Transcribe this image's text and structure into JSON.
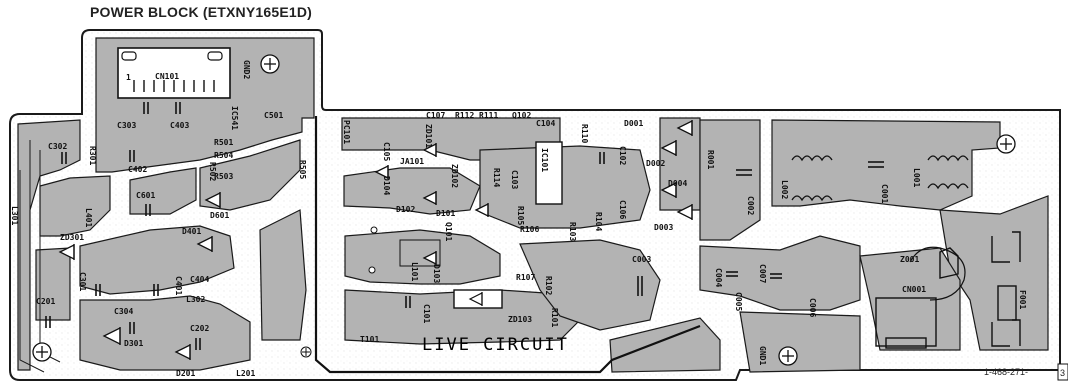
{
  "title": "POWER BLOCK (ETXNY165E1D)",
  "live_circuit": "LIVE CIRCUIT",
  "part_number": "1-468-271-",
  "edge_number": "3",
  "pin_one": "1",
  "labels": {
    "CN101": "CN101",
    "GND2": "GND2",
    "IC541": "IC541",
    "C303": "C303",
    "C403": "C403",
    "C501": "C501",
    "R501": "R501",
    "R502": "R502",
    "R504": "R504",
    "R503": "R503",
    "R505": "R505",
    "PC101": "PC101",
    "C302": "C302",
    "R301": "R301",
    "C402": "C402",
    "C601": "C601",
    "D601": "D601",
    "L301": "L301",
    "L401": "L401",
    "ZD301": "ZD301",
    "D401": "D401",
    "C404": "C404",
    "C301": "C301",
    "C401": "C401",
    "C201": "C201",
    "C304": "C304",
    "L302": "L302",
    "C202": "C202",
    "D301": "D301",
    "D201": "D201",
    "L201": "L201",
    "T101": "T101",
    "C107": "C107",
    "R112": "R112",
    "R111": "R111",
    "Q102": "Q102",
    "C104": "C104",
    "R110": "R110",
    "ZD101": "ZD101",
    "C105": "C105",
    "JA101": "JA101",
    "ZD102": "ZD102",
    "D104": "D104",
    "D102": "D102",
    "D101": "D101",
    "R114": "R114",
    "C103": "C103",
    "IC101": "IC101",
    "C102": "C102",
    "R105": "R105",
    "R106": "R106",
    "R103": "R103",
    "R104": "R104",
    "C106": "C106",
    "Q101": "Q101",
    "L101": "L101",
    "D103": "D103",
    "C101": "C101",
    "R107": "R107",
    "R102": "R102",
    "R101": "R101",
    "ZD103": "ZD103",
    "D001": "D001",
    "D002": "D002",
    "R001": "R001",
    "D004": "D004",
    "D003": "D003",
    "C002": "C002",
    "L002": "L002",
    "C001": "C001",
    "L001": "L001",
    "C003": "C003",
    "C004": "C004",
    "C007": "C007",
    "C005": "C005",
    "C006": "C006",
    "Z001": "Z001",
    "CN001": "CN001",
    "F001": "F001",
    "GND1": "GND1"
  },
  "colors": {
    "trace": "#b3b3b3",
    "outline": "#1a1a1a",
    "text": "#111111"
  },
  "icons": [
    "mounting-hole-icon",
    "screw-ground-icon"
  ]
}
